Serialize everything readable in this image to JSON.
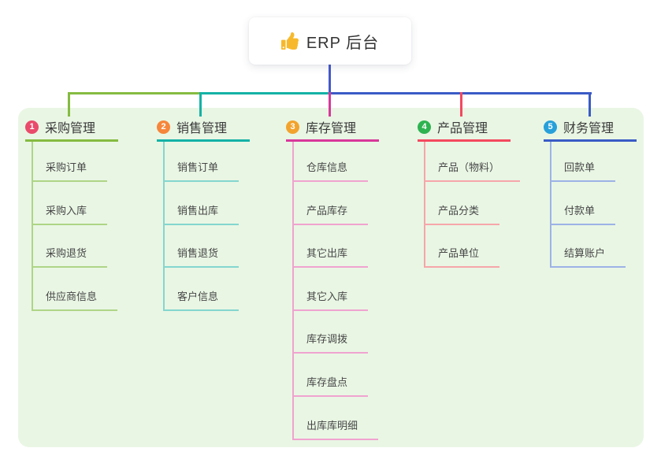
{
  "root": {
    "title": "ERP 后台",
    "icon": "thumbs-up-icon",
    "icon_color": "#f7b92b"
  },
  "colors": {
    "canvas_bg": "#ffffff",
    "panel_bg": "#e9f6e4",
    "stem": "#4459cb",
    "node_bg": "#ffffff",
    "text_dark": "#3a3a3a",
    "text_sub": "#474747"
  },
  "branches": [
    {
      "index": "1",
      "label": "采购管理",
      "name": "procurement",
      "badge_color": "#ea4b6b",
      "line_color": "#85bb40",
      "sub_line_color": "#aed586",
      "items": [
        "采购订单",
        "采购入库",
        "采购退货",
        "供应商信息"
      ]
    },
    {
      "index": "2",
      "label": "销售管理",
      "name": "sales",
      "badge_color": "#f6863b",
      "line_color": "#14b2a5",
      "sub_line_color": "#84d6cf",
      "items": [
        "销售订单",
        "销售出库",
        "销售退货",
        "客户信息"
      ]
    },
    {
      "index": "3",
      "label": "库存管理",
      "name": "inventory",
      "badge_color": "#f2a32d",
      "line_color": "#d8389a",
      "sub_line_color": "#f0a3cf",
      "items": [
        "仓库信息",
        "产品库存",
        "其它出库",
        "其它入库",
        "库存调拨",
        "库存盘点",
        "出库库明细"
      ]
    },
    {
      "index": "4",
      "label": "产品管理",
      "name": "product",
      "badge_color": "#2eb351",
      "line_color": "#f4485f",
      "sub_line_color": "#f6a6a9",
      "items": [
        "产品（物料）",
        "产品分类",
        "产品单位"
      ]
    },
    {
      "index": "5",
      "label": "财务管理",
      "name": "finance",
      "badge_color": "#27a0da",
      "line_color": "#3a5bc6",
      "sub_line_color": "#9db2e6",
      "items": [
        "回款单",
        "付款单",
        "结算账户"
      ]
    }
  ]
}
